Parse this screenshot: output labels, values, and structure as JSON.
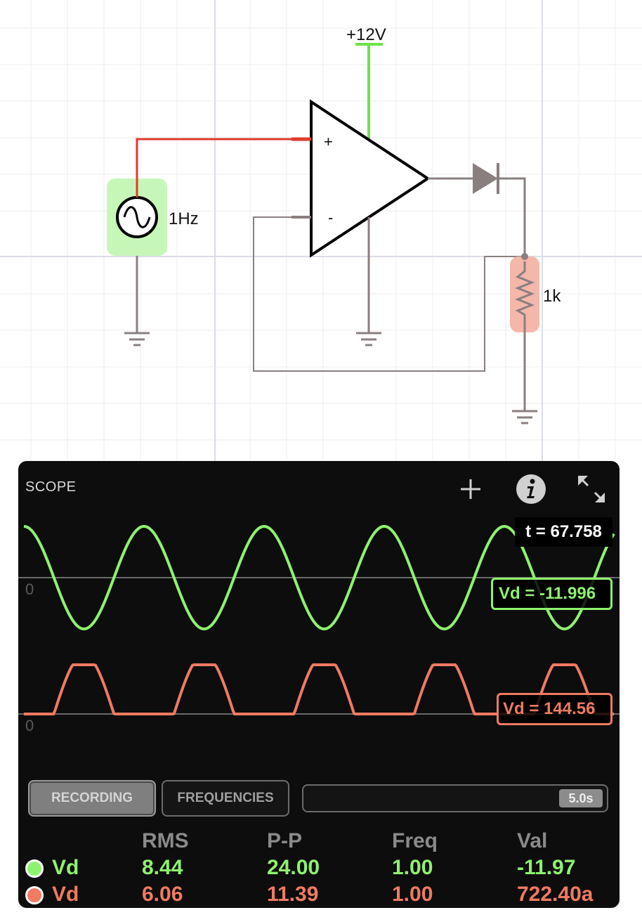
{
  "circuit": {
    "supply_label": "+12V",
    "source_freq_label": "1Hz",
    "resistor_label": "1k",
    "opamp_plus_label": "+",
    "opamp_minus_label": "-",
    "colors": {
      "wire_gray": "#8a7f7f",
      "wire_red": "#e23a2a",
      "wire_green": "#6ee24a",
      "source_highlight": "#c7f7b8",
      "resistor_highlight": "#f4b7aa",
      "grid": "#ececf2"
    }
  },
  "scope": {
    "title": "SCOPE",
    "icons": [
      "plus-icon",
      "info-icon",
      "expand-icon"
    ],
    "time_readout": "t = 67.758",
    "channel1_readout": "Vd = -11.996",
    "channel2_readout": "Vd = 144.56",
    "zero_label_1": "0",
    "zero_label_2": "0",
    "buttons": {
      "recording": "RECORDING",
      "frequencies": "FREQUENCIES"
    },
    "timebase": "5.0s",
    "colors": {
      "channel1": "#8ef26e",
      "channel2": "#f07a62",
      "background": "#0d0d0d"
    },
    "stats": {
      "headers": [
        "RMS",
        "P-P",
        "Freq",
        "Val"
      ],
      "rows": [
        {
          "name": "Vd",
          "rms": "8.44",
          "pp": "24.00",
          "freq": "1.00",
          "val": "-11.97"
        },
        {
          "name": "Vd",
          "rms": "6.06",
          "pp": "11.39",
          "freq": "1.00",
          "val": "722.40a"
        }
      ]
    }
  }
}
